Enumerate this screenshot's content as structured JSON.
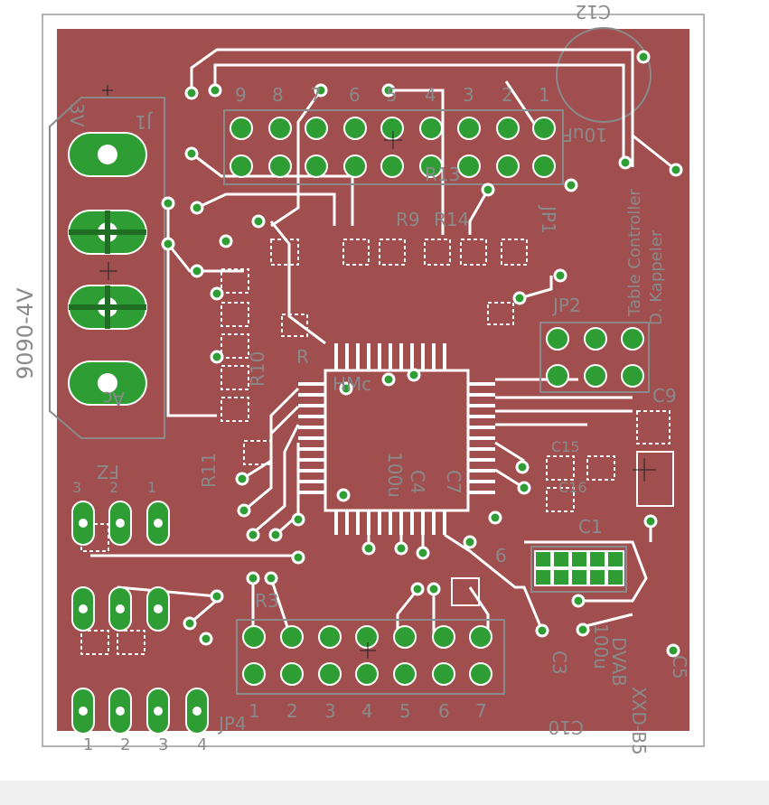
{
  "board": {
    "copper_color": "#a04e4e",
    "trace_color": "#ffffff",
    "pad_color": "#2e9e34",
    "silk_color": "#8a8a8a",
    "outline_color": "#9a9a9a",
    "background": "#ffffff"
  },
  "labels": {
    "c12": "C12",
    "tdc_note": "10uF",
    "jp1": "JP1",
    "r9": "R9",
    "r14": "R14",
    "r13": "R13",
    "j1_ref": "J1",
    "tv": "3V",
    "part_90904v": "9090-4V",
    "ac": "Ac",
    "r10": "R10",
    "r11": "R11",
    "r_small": "R",
    "fz": "FZ",
    "hmc": "HMc",
    "rotated_100": "100u",
    "c4": "C4",
    "c7": "C7",
    "c9": "C9",
    "c15": "C15",
    "c16": "C16",
    "c10": "C10",
    "c5": "C5",
    "c3": "C3",
    "c1": "C1",
    "jp2": "JP2",
    "jp4": "JP4",
    "r3": "R3",
    "title_line1": "Table Controller",
    "title_line2": "D. Kappeler",
    "part_xxd": "XXD-B5",
    "dvab": "DVAB",
    "c100": "100u",
    "six": "6"
  },
  "header_top": [
    "9",
    "8",
    "7",
    "6",
    "5",
    "4",
    "3",
    "2",
    "1"
  ],
  "header_bottom": [
    "1",
    "2",
    "3",
    "4",
    "5",
    "6",
    "7"
  ],
  "jp3_pins": [
    "3",
    "2",
    "1"
  ],
  "jp4_pins": [
    "1",
    "2",
    "3",
    "4"
  ]
}
